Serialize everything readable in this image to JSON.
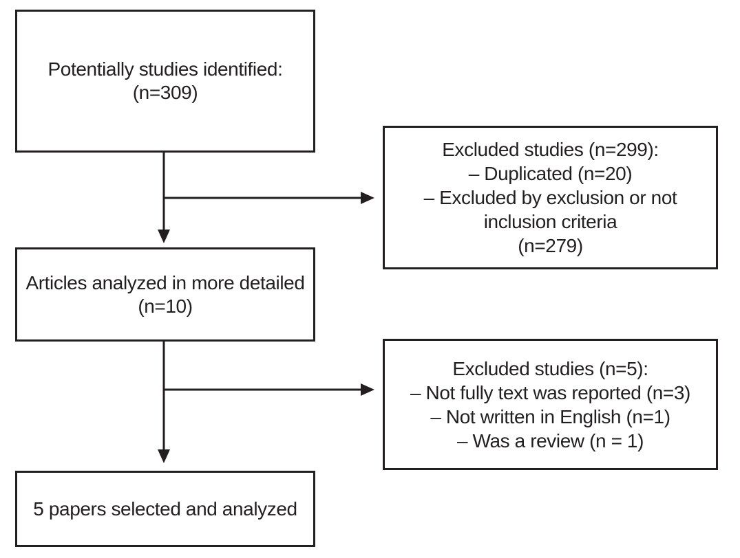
{
  "colors": {
    "background": "#ffffff",
    "line": "#231f20",
    "text": "#231f20"
  },
  "flowchart": {
    "boxes": {
      "identified": {
        "lines": [
          "Potentially studies identified:",
          "(n=309)"
        ]
      },
      "excluded_first": {
        "lines": [
          "Excluded studies (n=299):",
          "– Duplicated (n=20)",
          "– Excluded by exclusion or not",
          "inclusion criteria",
          "(n=279)"
        ]
      },
      "analyzed": {
        "lines": [
          "Articles analyzed in more detailed",
          "(n=10)"
        ]
      },
      "excluded_second": {
        "lines": [
          "Excluded studies (n=5):",
          "– Not fully text was reported (n=3)",
          "– Not written in English (n=1)",
          "– Was a review (n = 1)"
        ]
      },
      "selected": {
        "lines": [
          "5 papers selected and analyzed"
        ]
      }
    }
  }
}
